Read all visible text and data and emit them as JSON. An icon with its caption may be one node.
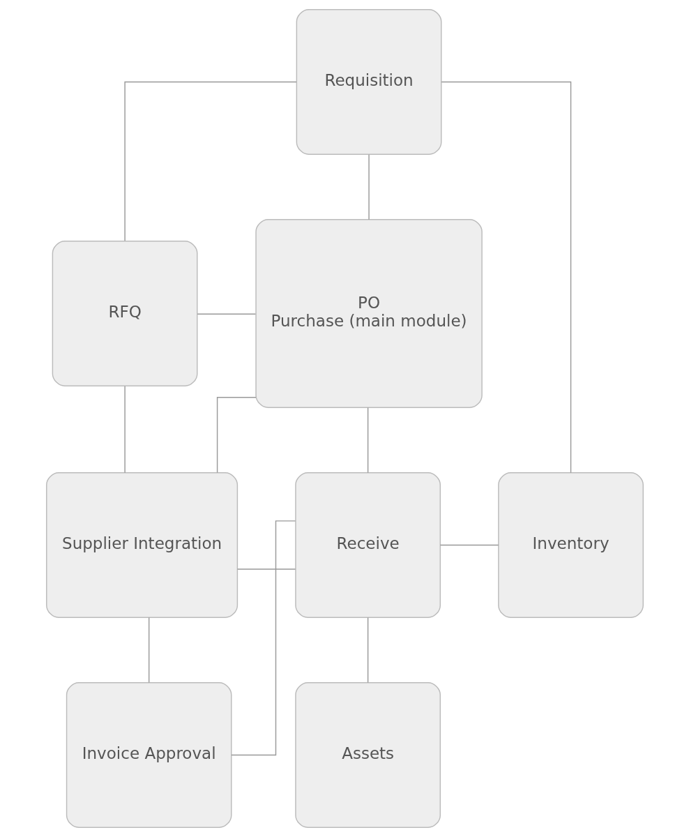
{
  "diagram": {
    "nodes": [
      {
        "text": [
          "Requisition"
        ]
      },
      {
        "text": [
          "RFQ"
        ]
      },
      {
        "text": [
          "PO",
          "Purchase (main module)"
        ]
      },
      {
        "text": [
          "Inventory"
        ]
      },
      {
        "text": [
          "Supplier Integration"
        ]
      },
      {
        "text": [
          "Receive"
        ]
      },
      {
        "text": [
          "Assets"
        ]
      },
      {
        "text": [
          "Invoice Approval"
        ]
      }
    ],
    "edges": [
      {
        "from": 0,
        "to": 1,
        "arrow": "none"
      },
      {
        "from": 0,
        "to": 2,
        "arrow": "none"
      },
      {
        "from": 0,
        "to": 3,
        "arrow": "none"
      },
      {
        "from": 1,
        "to": 2,
        "arrow": "none"
      },
      {
        "from": 1,
        "to": 4,
        "arrow": "none"
      },
      {
        "from": 2,
        "to": 4,
        "arrow": "none"
      },
      {
        "from": 2,
        "to": 5,
        "arrow": "none"
      },
      {
        "from": 5,
        "to": 3,
        "arrow": "none"
      },
      {
        "from": 4,
        "to": 5,
        "arrow": "none"
      },
      {
        "from": 5,
        "to": 6,
        "arrow": "none"
      },
      {
        "from": 5,
        "to": 7,
        "arrow": "none"
      },
      {
        "from": 4,
        "to": 7,
        "arrow": "none"
      }
    ]
  }
}
